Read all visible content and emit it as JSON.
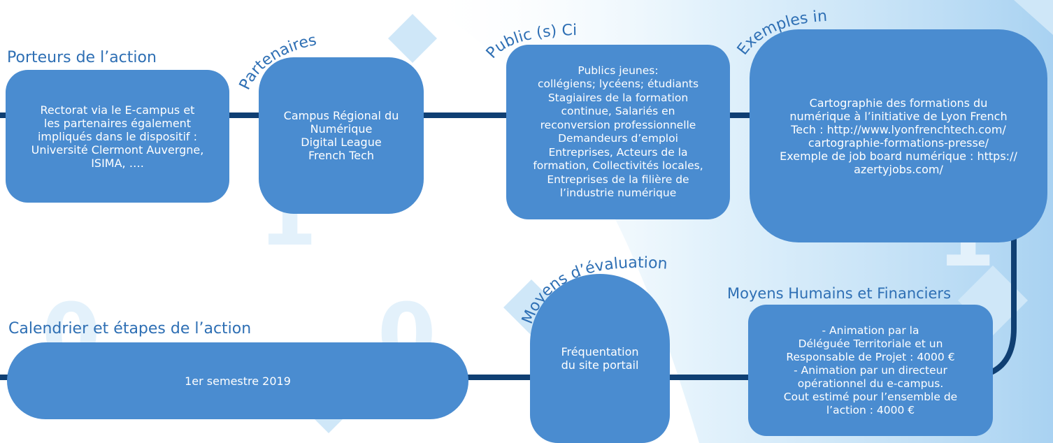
{
  "colors": {
    "box": "#4a8cd0",
    "line": "#0f3f73",
    "label": "#2e6fb4",
    "accent": "#bfe0f6"
  },
  "diagram": {
    "porteurs": {
      "title": "Porteurs de l’action",
      "text": "Rectorat via le E-campus et\nles partenaires également\nimpliqués dans le dispositif :\nUniversité Clermont Auvergne,\nISIMA, …."
    },
    "partenaires": {
      "title": "Partenaires",
      "text": "Campus Régional du\nNumérique\nDigital League\nFrench Tech"
    },
    "public_cible": {
      "title": "Public (s) Cible",
      "text": "Publics jeunes:\ncollégiens; lycéens; étudiants\nStagiaires de la formation\ncontinue, Salariés en\nreconversion professionnelle\nDemandeurs d’emploi\nEntreprises, Acteurs de la\nformation, Collectivités locales,\nEntreprises de la filière de\nl’industrie numérique"
    },
    "exemples": {
      "title": "Exemples inspirants",
      "text": "Cartographie des formations du\nnumérique à l’initiative de Lyon French\nTech : http://www.lyonfrenchtech.com/\ncartographie-formations-presse/\nExemple de job board numérique : https://\nazertyjobs.com/"
    },
    "moyens_humains": {
      "title": "Moyens Humains et Financiers",
      "text": "- Animation par la\nDéléguée Territoriale et un\nResponsable de Projet : 4000 €\n- Animation par un directeur\nopérationnel du e-campus.\nCout estimé pour l’ensemble de\nl’action : 4000 €"
    },
    "moyens_evaluation": {
      "title": "Moyens d’évaluation",
      "text": "Fréquentation\ndu site portail"
    },
    "calendrier": {
      "title": "Calendrier et étapes de l’action",
      "text": "1er semestre 2019"
    }
  }
}
